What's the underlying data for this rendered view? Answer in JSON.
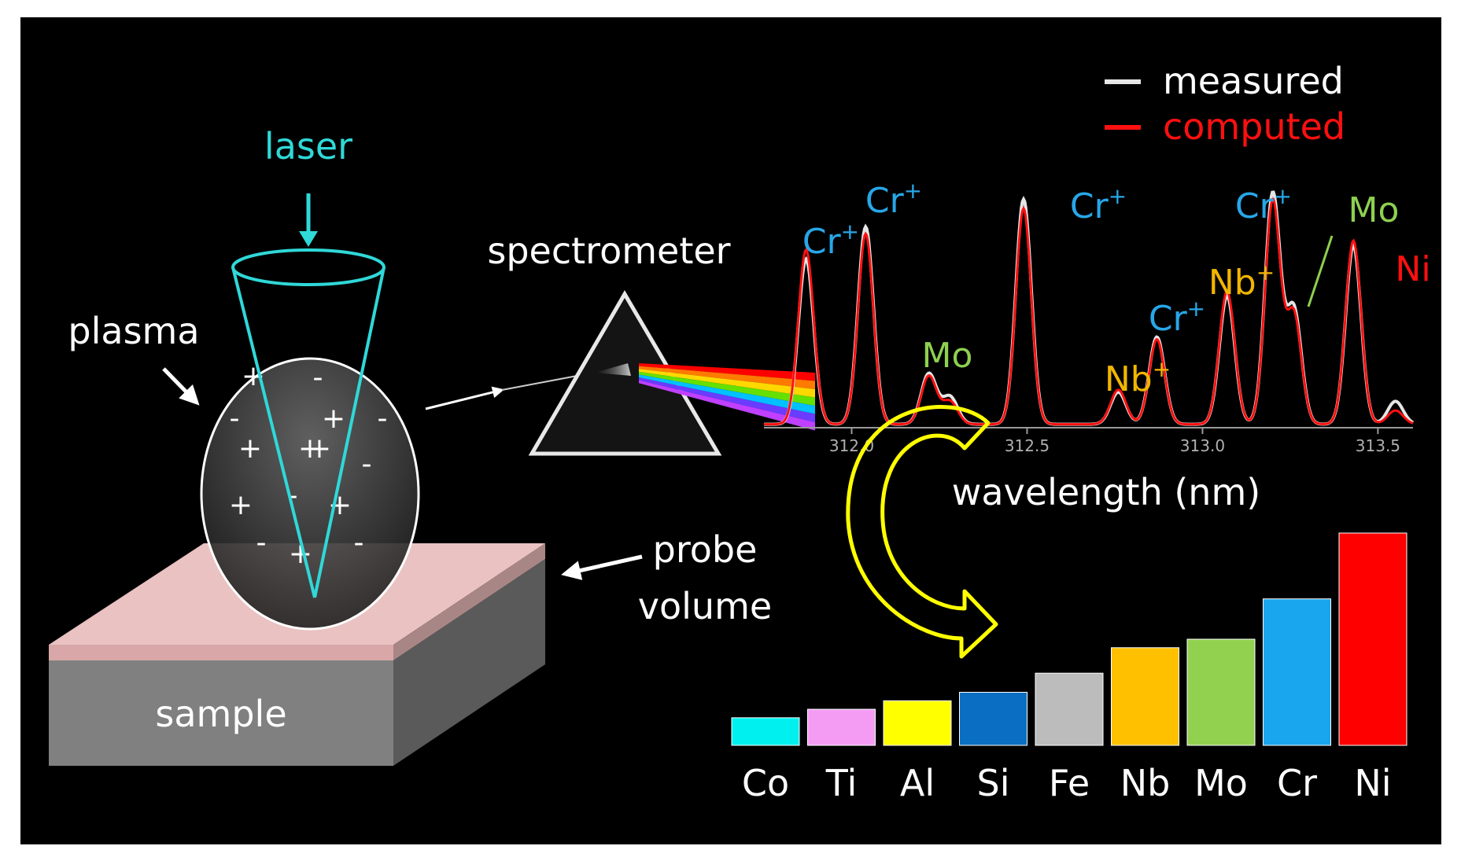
{
  "labels": {
    "laser": "laser",
    "plasma": "plasma",
    "spectrometer": "spectrometer",
    "probe_line1": "probe",
    "probe_line2": "volume",
    "sample": "sample",
    "wavelength_axis": "wavelength (nm)"
  },
  "legend": {
    "measured": "measured",
    "computed": "computed"
  },
  "colors": {
    "laser": "#30d8d8",
    "measured": "#e6e6e6",
    "computed": "#ff1010",
    "arrow": "#ffff00",
    "cr_label": "#27a7e8",
    "mo_label": "#8ed050",
    "nb_label": "#f2b600",
    "ni_label": "#ff1010",
    "slab_top": "#eac2c2",
    "sample_front": "#808080"
  },
  "charges": [
    "+",
    "-",
    "-",
    "+",
    "-",
    "+",
    "+",
    "-",
    "+",
    "-",
    "+",
    "+",
    "-",
    "-",
    "+"
  ],
  "spectrum": {
    "x_ticks": [
      "312.0",
      "312.5",
      "313.0",
      "313.5"
    ],
    "x_range": [
      311.75,
      313.6
    ],
    "peaks": [
      {
        "wavelength": 311.87,
        "intensity": 0.72,
        "computed": 0.76,
        "label": "Cr+",
        "color_key": "cr_label"
      },
      {
        "wavelength": 312.04,
        "intensity": 0.86,
        "computed": 0.83,
        "label": "Cr+",
        "color_key": "cr_label"
      },
      {
        "wavelength": 312.22,
        "intensity": 0.22,
        "computed": 0.21,
        "label": "Mo",
        "color_key": "mo_label"
      },
      {
        "wavelength": 312.28,
        "intensity": 0.12,
        "computed": 0.1,
        "label": "",
        "color_key": ""
      },
      {
        "wavelength": 312.49,
        "intensity": 0.98,
        "computed": 0.94,
        "label": "Cr+",
        "color_key": "cr_label"
      },
      {
        "wavelength": 312.76,
        "intensity": 0.14,
        "computed": 0.15,
        "label": "Nb+",
        "color_key": "nb_label"
      },
      {
        "wavelength": 312.87,
        "intensity": 0.38,
        "computed": 0.37,
        "label": "Cr+",
        "color_key": "cr_label"
      },
      {
        "wavelength": 313.07,
        "intensity": 0.56,
        "computed": 0.58,
        "label": "Nb+",
        "color_key": "nb_label"
      },
      {
        "wavelength": 313.2,
        "intensity": 1.0,
        "computed": 0.97,
        "label": "Cr+",
        "color_key": "cr_label"
      },
      {
        "wavelength": 313.26,
        "intensity": 0.5,
        "computed": 0.48,
        "label": "Mo",
        "color_key": "mo_label"
      },
      {
        "wavelength": 313.43,
        "intensity": 0.78,
        "computed": 0.8,
        "label": "Ni",
        "color_key": "ni_label"
      },
      {
        "wavelength": 313.55,
        "intensity": 0.1,
        "computed": 0.06,
        "label": "",
        "color_key": ""
      }
    ]
  },
  "chart_data": {
    "type": "bar",
    "categories": [
      "Co",
      "Ti",
      "Al",
      "Si",
      "Fe",
      "Nb",
      "Mo",
      "Cr",
      "Ni"
    ],
    "values": [
      0.13,
      0.17,
      0.21,
      0.25,
      0.34,
      0.46,
      0.5,
      0.69,
      1.0
    ],
    "colors": [
      "#00f0f0",
      "#f49cf4",
      "#ffff00",
      "#0a6fc2",
      "#bcbcbc",
      "#ffc000",
      "#92d050",
      "#1aa6ee",
      "#ff0000"
    ],
    "title": "",
    "xlabel": "",
    "ylabel": ""
  }
}
